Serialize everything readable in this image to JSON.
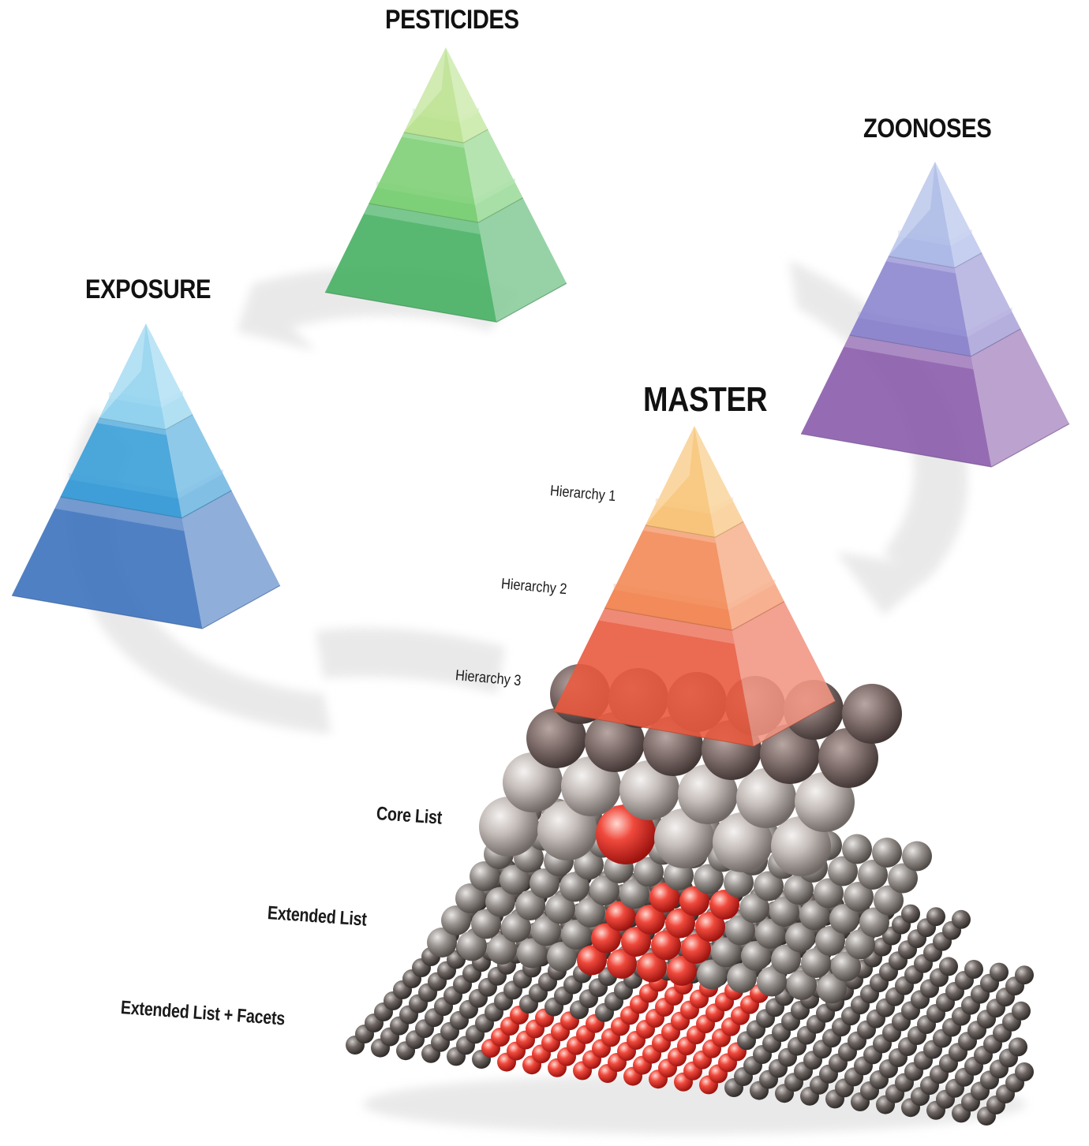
{
  "pyramids": [
    {
      "id": "pesticides",
      "title": "PESTICIDES",
      "color_top": "#b9e28c",
      "color_mid": "#7dcf76",
      "color_base": "#46b063"
    },
    {
      "id": "exposure",
      "title": "EXPOSURE",
      "color_top": "#8fd2ee",
      "color_mid": "#3a9fd8",
      "color_base": "#3d72be"
    },
    {
      "id": "zoonoses",
      "title": "ZOONOSES",
      "color_top": "#a9b8e6",
      "color_mid": "#8c86cf",
      "color_base": "#8a5cab"
    },
    {
      "id": "master",
      "title": "MASTER",
      "color_top": "#f7c272",
      "color_mid": "#f28a55",
      "color_base": "#e95a3f"
    }
  ],
  "master_labels": {
    "hierarchy_1": "Hierarchy 1",
    "hierarchy_2": "Hierarchy 2",
    "hierarchy_3": "Hierarchy 3",
    "core_list": "Core List",
    "extended_list": "Extended List",
    "extended_list_facets": "Extended List + Facets"
  },
  "colors": {
    "shadow_ring": "#e9e9ea",
    "sphere_gray": "#8e8a88",
    "sphere_dark": "#5e5855",
    "sphere_red": "#e8322a"
  }
}
